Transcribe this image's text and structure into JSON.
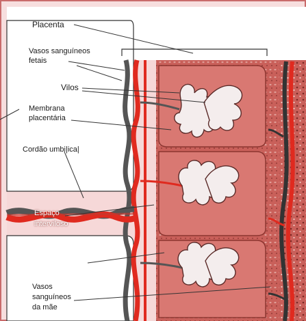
{
  "labels": {
    "placenta": "Placenta",
    "fetal_vessels_1": "Vasos sanguíneos",
    "fetal_vessels_2": "fetais",
    "villi": "Vilos",
    "membrane_1": "Membrana",
    "membrane_2": "placentária",
    "umbilical_cord": "Cordão umbi|ica|",
    "intervillous_1": "Espaço",
    "intervillous_2": "interviloso",
    "maternal_vessels_1": "Vasos",
    "maternal_vessels_2": "sanguíneos",
    "maternal_vessels_3": "da mãe"
  },
  "colors": {
    "frame_border": "#c96b6b",
    "background_pink": "#f7dede",
    "tissue": "#c9605a",
    "tissue_dark": "#b04a45",
    "artery_red": "#e02a1f",
    "vein_gray": "#555555",
    "villi_fill": "#f4eded"
  }
}
